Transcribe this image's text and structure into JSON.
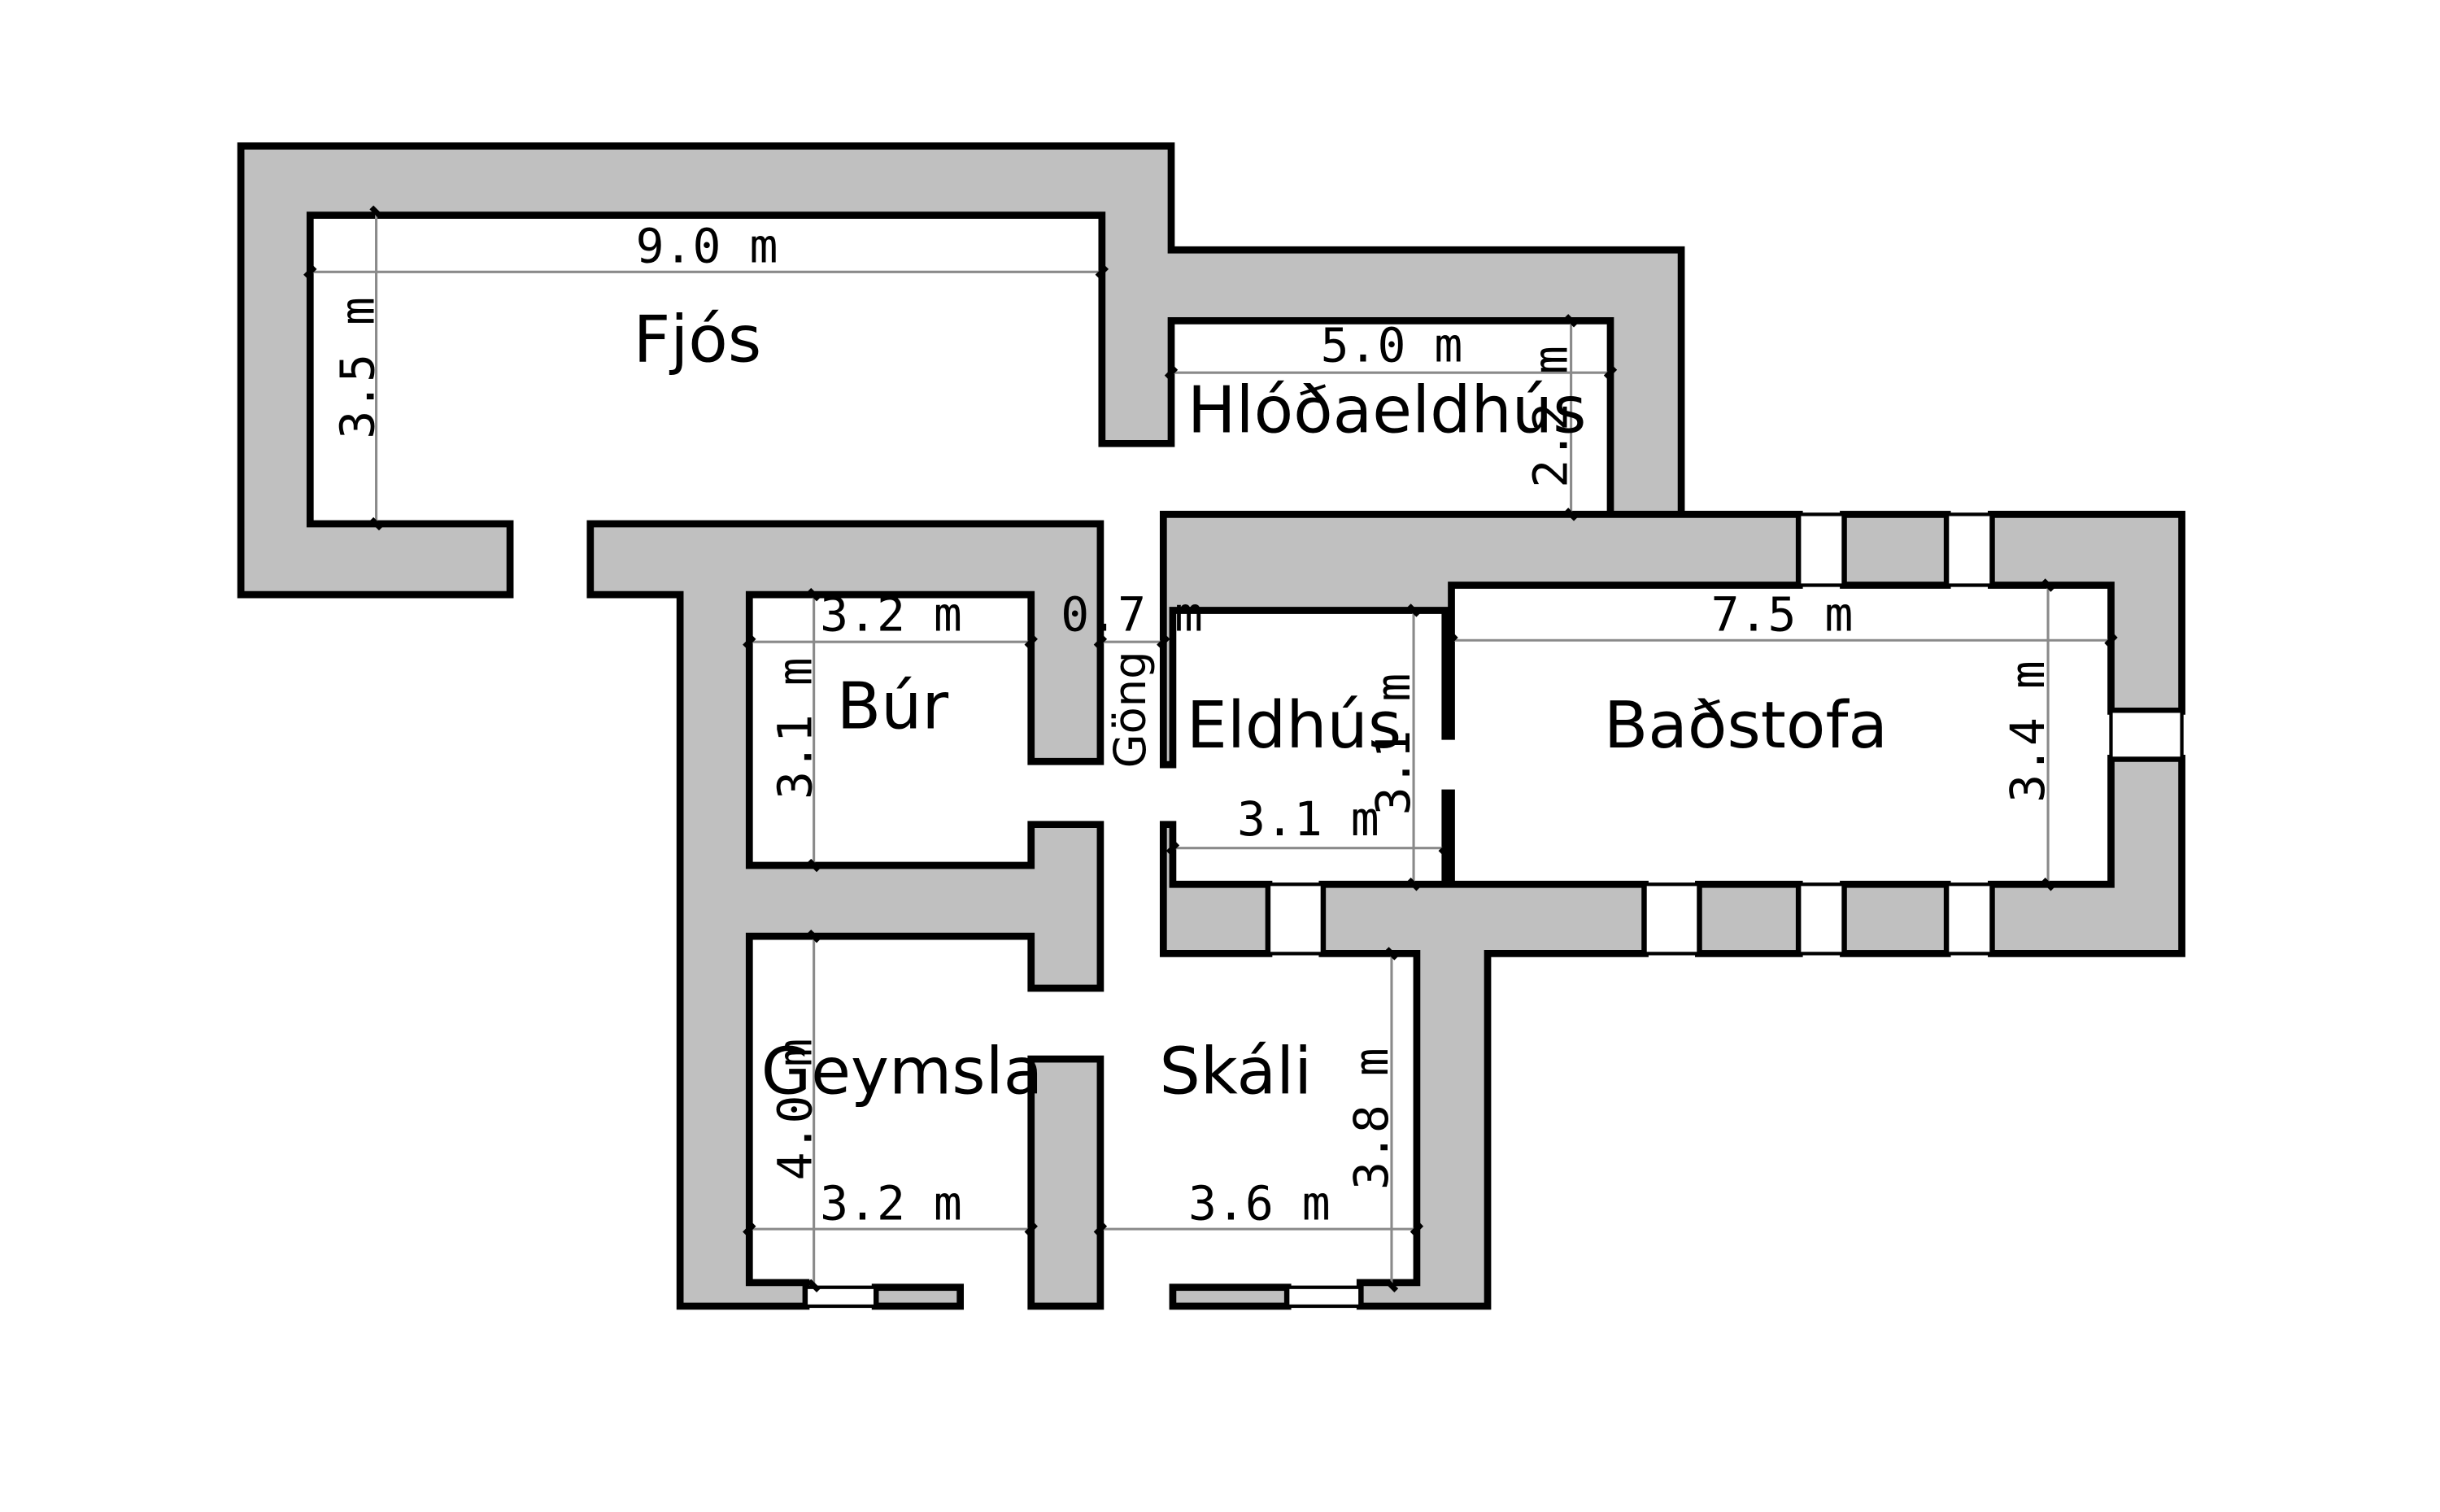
{
  "rooms": {
    "fjos": "Fjós",
    "hlodaeldhus": "Hlóðaeldhús",
    "bur": "Búr",
    "gong": "Göng",
    "eldhus": "Eldhús",
    "badstofa": "Baðstofa",
    "geymsla": "Geymsla",
    "skali": "Skáli"
  },
  "dimensions": {
    "fjos_width": "9.0 m",
    "fjos_depth": "3.5 m",
    "hlodaeldhus_width": "5.0 m",
    "hlodaeldhus_depth": "2.2 m",
    "bur_width": "3.2 m",
    "bur_depth": "3.1 m",
    "gong_width": "0.7 m",
    "eldhus_width": "3.1 m",
    "eldhus_depth": "3.1 m",
    "badstofa_width": "7.5 m",
    "badstofa_depth": "3.4 m",
    "geymsla_width": "3.2 m",
    "geymsla_depth": "4.0 m",
    "skali_width": "3.6 m",
    "skali_depth": "3.8 m"
  },
  "colors": {
    "wall_fill": "#c0c0c0",
    "wall_outline": "#000000",
    "background": "#ffffff"
  }
}
